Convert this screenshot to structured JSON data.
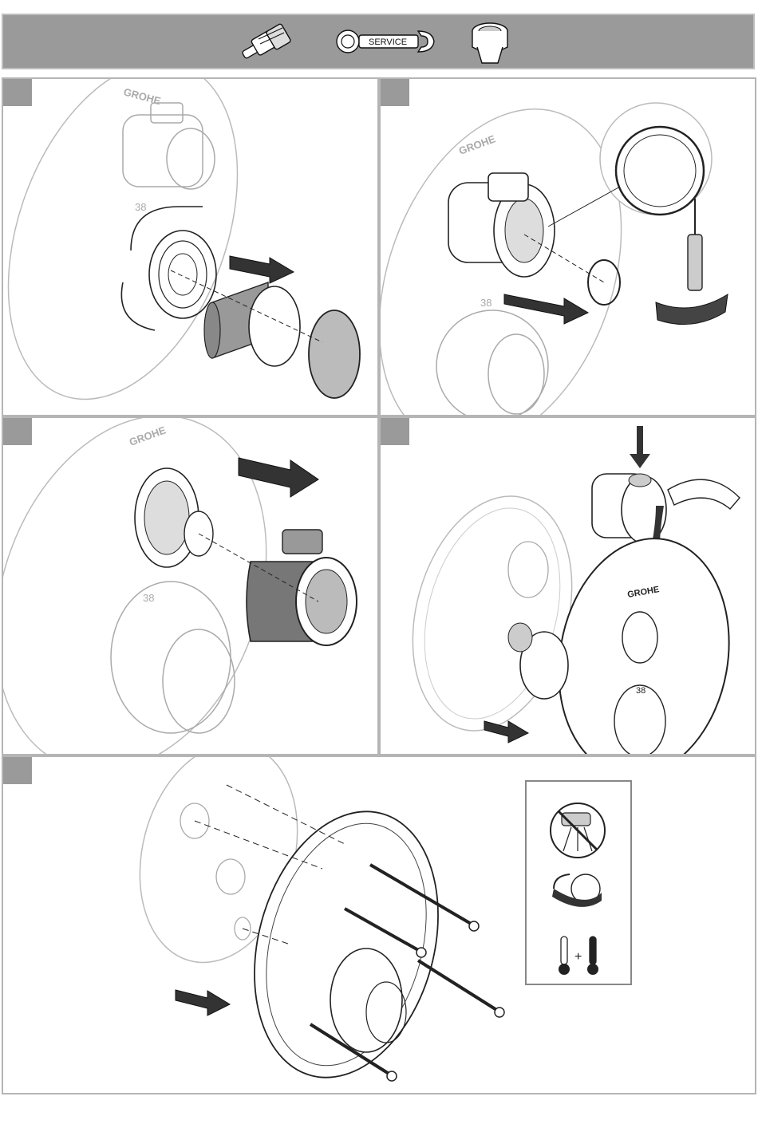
{
  "header": {
    "icons": [
      "cartridge-icon",
      "service-wrench-icon",
      "aerator-filter-icon"
    ],
    "service_label": "SERVICE"
  },
  "brand": "GROHE",
  "temperature_mark": "38",
  "panels": [
    {
      "id": "step-1",
      "action": "remove cap and stop ring"
    },
    {
      "id": "step-2",
      "action": "release clip with screwdriver, pull off handle"
    },
    {
      "id": "step-3",
      "action": "pull off handle from cartridge"
    },
    {
      "id": "step-4",
      "action": "press, rotate and remove cover plate"
    },
    {
      "id": "step-5",
      "action": "unscrew four long screws, remove mounting plate"
    }
  ],
  "notes_box": {
    "icons": [
      "no-spray-icon",
      "rotate-filter-icon",
      "thermometer-cold-icon",
      "thermometer-hot-icon"
    ],
    "plus_sign": "+"
  },
  "colors": {
    "header_gray": "#9a9a9a",
    "panel_border": "#b5b5b5",
    "line_dark": "#222222",
    "line_light": "#bbbbbb"
  }
}
